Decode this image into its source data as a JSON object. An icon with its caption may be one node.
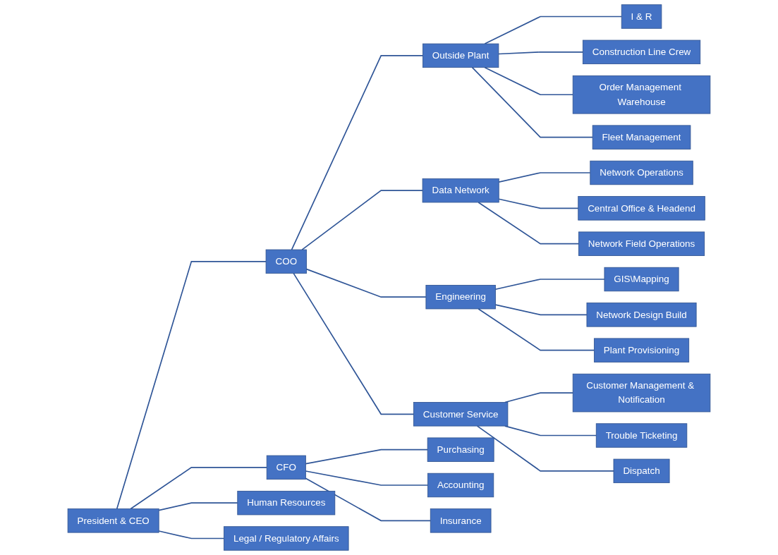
{
  "diagram": {
    "nodes": [
      {
        "text": [
          "President & CEO"
        ]
      },
      {
        "text": [
          "Human Resources"
        ]
      },
      {
        "text": [
          "Legal / Regulatory Affairs"
        ]
      },
      {
        "text": [
          "COO"
        ]
      },
      {
        "text": [
          "CFO"
        ]
      },
      {
        "text": [
          "Outside Plant"
        ]
      },
      {
        "text": [
          "Data Network"
        ]
      },
      {
        "text": [
          "Engineering"
        ]
      },
      {
        "text": [
          "Customer Service"
        ]
      },
      {
        "text": [
          "I & R"
        ]
      },
      {
        "text": [
          "Construction Line Crew"
        ]
      },
      {
        "text": [
          "Order Management Warehouse"
        ]
      },
      {
        "text": [
          "Fleet Management"
        ]
      },
      {
        "text": [
          "Network Operations"
        ]
      },
      {
        "text": [
          "Central Office & Headend"
        ]
      },
      {
        "text": [
          "Network Field Operations"
        ]
      },
      {
        "text": [
          "GIS\\Mapping"
        ]
      },
      {
        "text": [
          "Network Design Build"
        ]
      },
      {
        "text": [
          "Plant Provisioning"
        ]
      },
      {
        "text": [
          "Customer Management & Notification"
        ]
      },
      {
        "text": [
          "Trouble Ticketing"
        ]
      },
      {
        "text": [
          "Dispatch"
        ]
      },
      {
        "text": [
          "Purchasing"
        ]
      },
      {
        "text": [
          "Accounting"
        ]
      },
      {
        "text": [
          "Insurance"
        ]
      }
    ],
    "edges": [
      {
        "from": 0,
        "to": 1,
        "arrow": "none"
      },
      {
        "from": 0,
        "to": 2,
        "arrow": "none"
      },
      {
        "from": 0,
        "to": 3,
        "arrow": "none"
      },
      {
        "from": 0,
        "to": 4,
        "arrow": "none"
      },
      {
        "from": 3,
        "to": 5,
        "arrow": "none"
      },
      {
        "from": 3,
        "to": 6,
        "arrow": "none"
      },
      {
        "from": 3,
        "to": 7,
        "arrow": "none"
      },
      {
        "from": 3,
        "to": 8,
        "arrow": "none"
      },
      {
        "from": 5,
        "to": 9,
        "arrow": "none"
      },
      {
        "from": 5,
        "to": 10,
        "arrow": "none"
      },
      {
        "from": 5,
        "to": 11,
        "arrow": "none"
      },
      {
        "from": 5,
        "to": 12,
        "arrow": "none"
      },
      {
        "from": 6,
        "to": 13,
        "arrow": "none"
      },
      {
        "from": 6,
        "to": 14,
        "arrow": "none"
      },
      {
        "from": 6,
        "to": 15,
        "arrow": "none"
      },
      {
        "from": 7,
        "to": 16,
        "arrow": "none"
      },
      {
        "from": 7,
        "to": 17,
        "arrow": "none"
      },
      {
        "from": 7,
        "to": 18,
        "arrow": "none"
      },
      {
        "from": 8,
        "to": 19,
        "arrow": "none"
      },
      {
        "from": 8,
        "to": 20,
        "arrow": "none"
      },
      {
        "from": 8,
        "to": 21,
        "arrow": "none"
      },
      {
        "from": 4,
        "to": 22,
        "arrow": "none"
      },
      {
        "from": 4,
        "to": 23,
        "arrow": "none"
      },
      {
        "from": 4,
        "to": 24,
        "arrow": "none"
      }
    ]
  }
}
